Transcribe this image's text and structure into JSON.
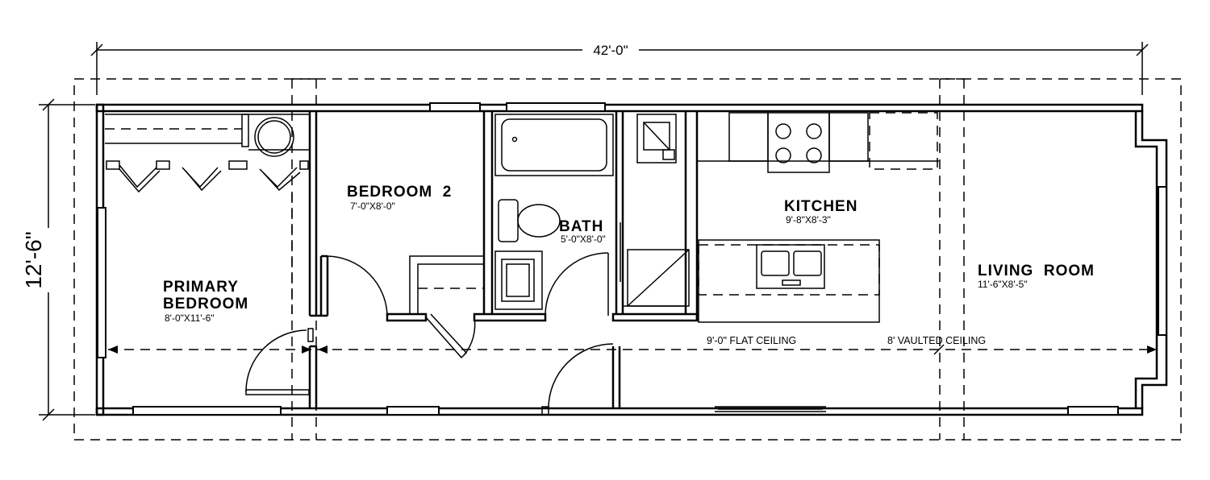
{
  "overall": {
    "width": "42'-0\"",
    "depth": "12'-6\""
  },
  "rooms": {
    "primary_bedroom": {
      "name_line1": "PRIMARY",
      "name_line2": "BEDROOM",
      "size": "8'-0\"X11'-6\""
    },
    "bedroom2": {
      "name": "BEDROOM  2",
      "size": "7'-0\"X8'-0\""
    },
    "bath": {
      "name": "BATH",
      "size": "5'-0\"X8'-0\""
    },
    "kitchen": {
      "name": "KITCHEN",
      "size": "9'-8\"X8'-3\""
    },
    "living_room": {
      "name": "LIVING  ROOM",
      "size": "11'-6\"X8'-5\""
    }
  },
  "notes": {
    "flat_ceiling": "9'-0\" FLAT CEILING",
    "vaulted_ceiling": "8' VAULTED CEILING"
  }
}
